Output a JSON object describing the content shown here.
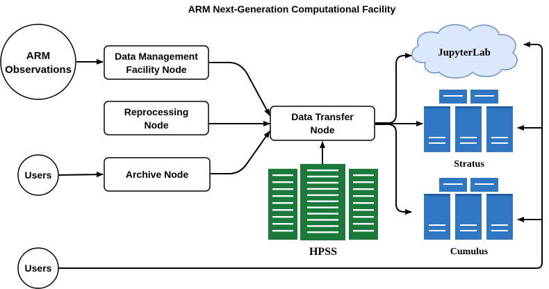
{
  "title": "ARM Next-Generation Computational Facility",
  "nodes": {
    "arm_observations": [
      "ARM",
      "Observations"
    ],
    "users_top": "Users",
    "users_bottom": "Users",
    "dmf_node": [
      "Data Management",
      "Facility Node"
    ],
    "reprocessing_node": [
      "Reprocessing",
      "Node"
    ],
    "archive_node": "Archive Node",
    "data_transfer_node": [
      "Data Transfer",
      "Node"
    ],
    "jupyterlab": "JupyterLab",
    "stratus": "Stratus",
    "cumulus": "Cumulus",
    "hpss": "HPSS"
  },
  "colors": {
    "server_blue": "#2f76c3",
    "server_blue_dark": "#1d5fa8",
    "hpss_green": "#1b7a3a",
    "cloud_fill": "#dae8fc",
    "cloud_stroke": "#6c8ebf"
  },
  "icons": {
    "server_cluster": "server-rack-icon",
    "storage": "hpss-storage-icon",
    "cloud": "cloud-icon"
  }
}
